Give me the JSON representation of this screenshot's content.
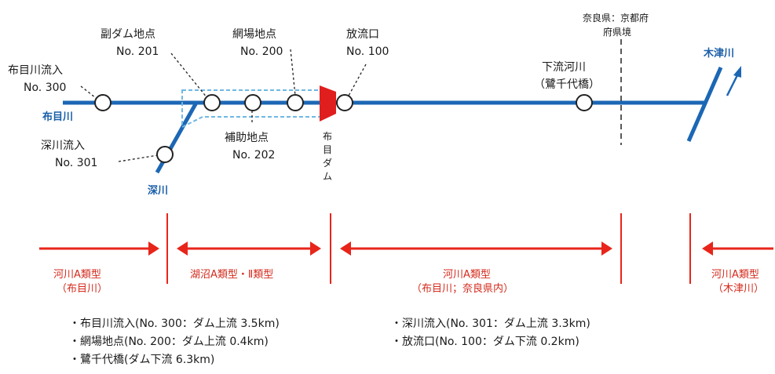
{
  "colors": {
    "river": "#1c67b5",
    "red": "#e8251b",
    "dam_fill": "#e01e1e",
    "dash": "#222222",
    "lake_dash": "#6fb8e6"
  },
  "rivers": {
    "nunome": "布目川",
    "fukagawa": "深川",
    "kizu": "木津川"
  },
  "points": {
    "p300": {
      "name": "布目川流入",
      "no": "No. 300"
    },
    "p201": {
      "name": "副ダム地点",
      "no": "No. 201"
    },
    "p200": {
      "name": "網場地点",
      "no": "No. 200"
    },
    "p100": {
      "name": "放流口",
      "no": "No. 100"
    },
    "p301": {
      "name": "深川流入",
      "no": "No. 301"
    },
    "p202": {
      "name": "補助地点",
      "no": "No. 202"
    },
    "down": {
      "name": "下流河川",
      "sub": "（鷺千代橋）"
    }
  },
  "dam": {
    "chars": [
      "布",
      "目",
      "ダ",
      "ム"
    ]
  },
  "border": {
    "line1": "奈良県：京都府",
    "line2": "府県境"
  },
  "zones": [
    {
      "line1": "河川A類型",
      "line2": "（布目川）"
    },
    {
      "line1": "湖沼A類型・Ⅱ類型",
      "line2": ""
    },
    {
      "line1": "河川A類型",
      "line2": "（布目川；奈良県内）"
    },
    {
      "line1": "河川A類型",
      "line2": "（木津川）"
    }
  ],
  "notes": [
    "・布目川流入(No. 300：ダム上流 3.5km)",
    "・深川流入(No. 301：ダム上流 3.3km)",
    "・網場地点(No. 200：ダム上流 0.4km)",
    "・放流口(No. 100：ダム下流 0.2km)",
    "・鷺千代橋(ダム下流 6.3km)"
  ]
}
